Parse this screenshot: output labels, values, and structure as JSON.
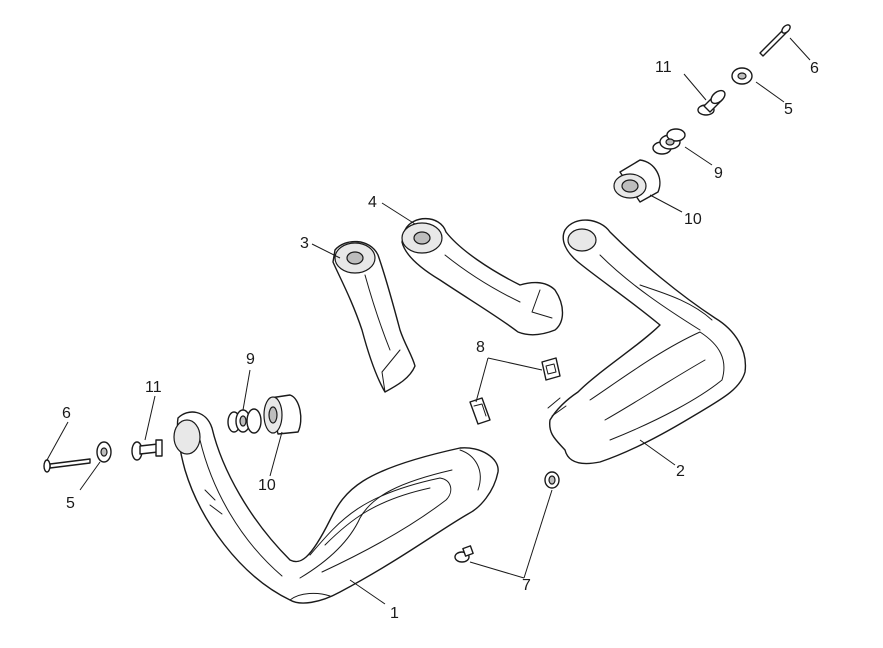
{
  "callouts": [
    {
      "key": "c1",
      "number": "1"
    },
    {
      "key": "c2",
      "number": "2"
    },
    {
      "key": "c3",
      "number": "3"
    },
    {
      "key": "c4",
      "number": "4"
    },
    {
      "key": "c5a",
      "number": "5"
    },
    {
      "key": "c5b",
      "number": "5"
    },
    {
      "key": "c6a",
      "number": "6"
    },
    {
      "key": "c6b",
      "number": "6"
    },
    {
      "key": "c7",
      "number": "7"
    },
    {
      "key": "c8",
      "number": "8"
    },
    {
      "key": "c9a",
      "number": "9"
    },
    {
      "key": "c9b",
      "number": "9"
    },
    {
      "key": "c10a",
      "number": "10"
    },
    {
      "key": "c10b",
      "number": "10"
    },
    {
      "key": "c11a",
      "number": "11"
    },
    {
      "key": "c11b",
      "number": "11"
    }
  ]
}
